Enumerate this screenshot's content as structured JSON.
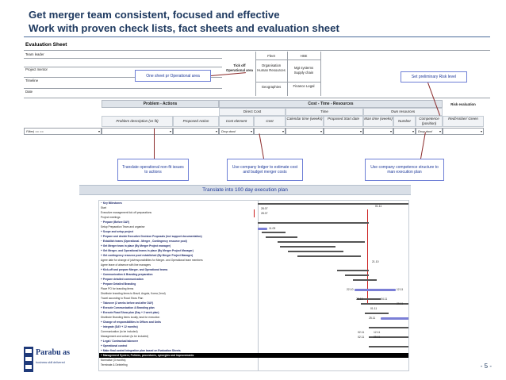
{
  "header": {
    "title_line1": "Get merger team consistent, focused and effective",
    "title_line2": "Work with proven check lists, fact sheets and evaluation sheet"
  },
  "sheet": {
    "title": "Evaluation Sheet",
    "left_labels": [
      "Team leader",
      "Project mentor",
      "Timeline",
      "Date"
    ],
    "tick_off": "Tick off Operational area",
    "areas": [
      [
        "Fleet",
        "HSE"
      ],
      [
        "Organisation Human Resources",
        "Mgt systems Supply chain"
      ],
      [
        "Geographies",
        "Finance Legal"
      ]
    ],
    "sections": {
      "problem": "Problem - Actions",
      "cost": "Cost - Time - Resources",
      "risk": "Risk evaluation"
    },
    "subsections": {
      "direct_cost": "Direct Cost",
      "time": "Time",
      "own_resources": "Own resources"
    },
    "columns": [
      "Problem description (vs fit)",
      "Proposed Action",
      "Cost element",
      "Cost",
      "Calendar time (weeks)",
      "Proposed Start date",
      "Man time (weeks)",
      "Number",
      "Competence (position)",
      "Red/Amber/ Green"
    ],
    "filter_label": "Filter) == ==",
    "dropdown_label": "Drop dow!"
  },
  "callouts": {
    "one_sheet": "One sheet pr Operational area",
    "risk_level": "Set preliminary Risk level",
    "translate_issues": "Translate operational non-fit issues to actions",
    "ledger": "Use company ledger to estimate cost and budget merger costs",
    "competence": "Use company competence structure to man execution plan"
  },
  "band": {
    "label": "Translate into 100 day execution plan"
  },
  "gantt": {
    "rows": [
      {
        "label": "−  Key Milestones",
        "kind": "group"
      },
      {
        "label": "    Start",
        "kind": "item",
        "red": true
      },
      {
        "label": "    Executive management tick off preparations",
        "kind": "item"
      },
      {
        "label": "    Project meetings",
        "kind": "item"
      },
      {
        "label": "−  Prepare (Before DAY)",
        "kind": "group"
      },
      {
        "label": "    Setup Preparation Team and organise",
        "kind": "item"
      },
      {
        "label": "  +  Scope and setup project",
        "kind": "group"
      },
      {
        "label": "  +  Prepare and decide Executive Decision Proposals (incl support documentation)",
        "kind": "group"
      },
      {
        "label": "  −  Establish teams (Operational - Merger , Contingency resource pool)",
        "kind": "group"
      },
      {
        "label": "     +  Get Merger team in place (By Merger Project manager)",
        "kind": "group"
      },
      {
        "label": "     +  Get Merger- and Operational teams in place (By Merger Project Manager)",
        "kind": "group"
      },
      {
        "label": "     +  Get contingency resource pool established (By Merger Project Manager)",
        "kind": "group"
      },
      {
        "label": "        Agree date for change of job/responsibilities for Merger- and Operational team members",
        "kind": "item"
      },
      {
        "label": "        Agree leave of absence with line managers",
        "kind": "item"
      },
      {
        "label": "     +  Kick-off and prepare  Merger-  and Operational teams",
        "kind": "group"
      },
      {
        "label": "  −  Communication & Branding preparation",
        "kind": "group"
      },
      {
        "label": "     +  Prepare detailed communication",
        "kind": "group"
      },
      {
        "label": "     −  Prepare Detailed Branding",
        "kind": "group"
      },
      {
        "label": "        Place PO for branding items",
        "kind": "item"
      },
      {
        "label": "        Distribute branding items to Brazil, Angola, Korea (*end)",
        "kind": "item"
      },
      {
        "label": "     Travel according to Road Show Plan",
        "kind": "item"
      },
      {
        "label": "−  Takeover (2 weeks before and after DAY)",
        "kind": "group"
      },
      {
        "label": "  +  Execute Communication & Branding plan",
        "kind": "group"
      },
      {
        "label": "  +  Execute Road Show plan (Day + 2 week plan)",
        "kind": "group"
      },
      {
        "label": "     Distribute Branding items locally, task for execution",
        "kind": "item"
      },
      {
        "label": "  +  Change of responsibilities in Offices and Units",
        "kind": "group"
      },
      {
        "label": "−  Integrate (DAY + 12 months)",
        "kind": "group"
      },
      {
        "label": "     Communication (to be included)",
        "kind": "item"
      },
      {
        "label": "     Management and culture (to be included)",
        "kind": "item"
      },
      {
        "label": "  +  Legal / Contractual takeover",
        "kind": "group"
      },
      {
        "label": "  +  Operational control",
        "kind": "group"
      },
      {
        "label": "  +  Make final costed integration plan based on Evaluation Sheets",
        "kind": "group"
      },
      {
        "label": "  +  Management System; Policies, procedures, synergies and improvements",
        "kind": "selected"
      },
      {
        "label": "     Normalise (3 months)",
        "kind": "item"
      },
      {
        "label": "     Terminate & Debriefing",
        "kind": "item"
      }
    ],
    "numbers": {
      "n2807a": "28.07",
      "n2807b": "28.07",
      "n0111": "01.11",
      "n1109": "11.09",
      "n2110": "21.10",
      "n2210": "22.10",
      "n1211": "12.11",
      "n2810": "28.10",
      "n0411": "04.11",
      "n2911": "29.11",
      "n0111b": "01.11",
      "n2511": "25.11",
      "n0211": "02.11",
      "n0211b": "02.11",
      "n1211b": "12.11",
      "n2511b": "25.11"
    }
  },
  "footer": {
    "page": "- 5 -",
    "logo_name": "Parabu as",
    "logo_sub": "business skill delivered"
  },
  "colors": {
    "title": "#1f3a60",
    "callout_border": "#6e7fd6",
    "milestone_red": "#cc2222",
    "bar_blue": "#7b7fd6"
  }
}
